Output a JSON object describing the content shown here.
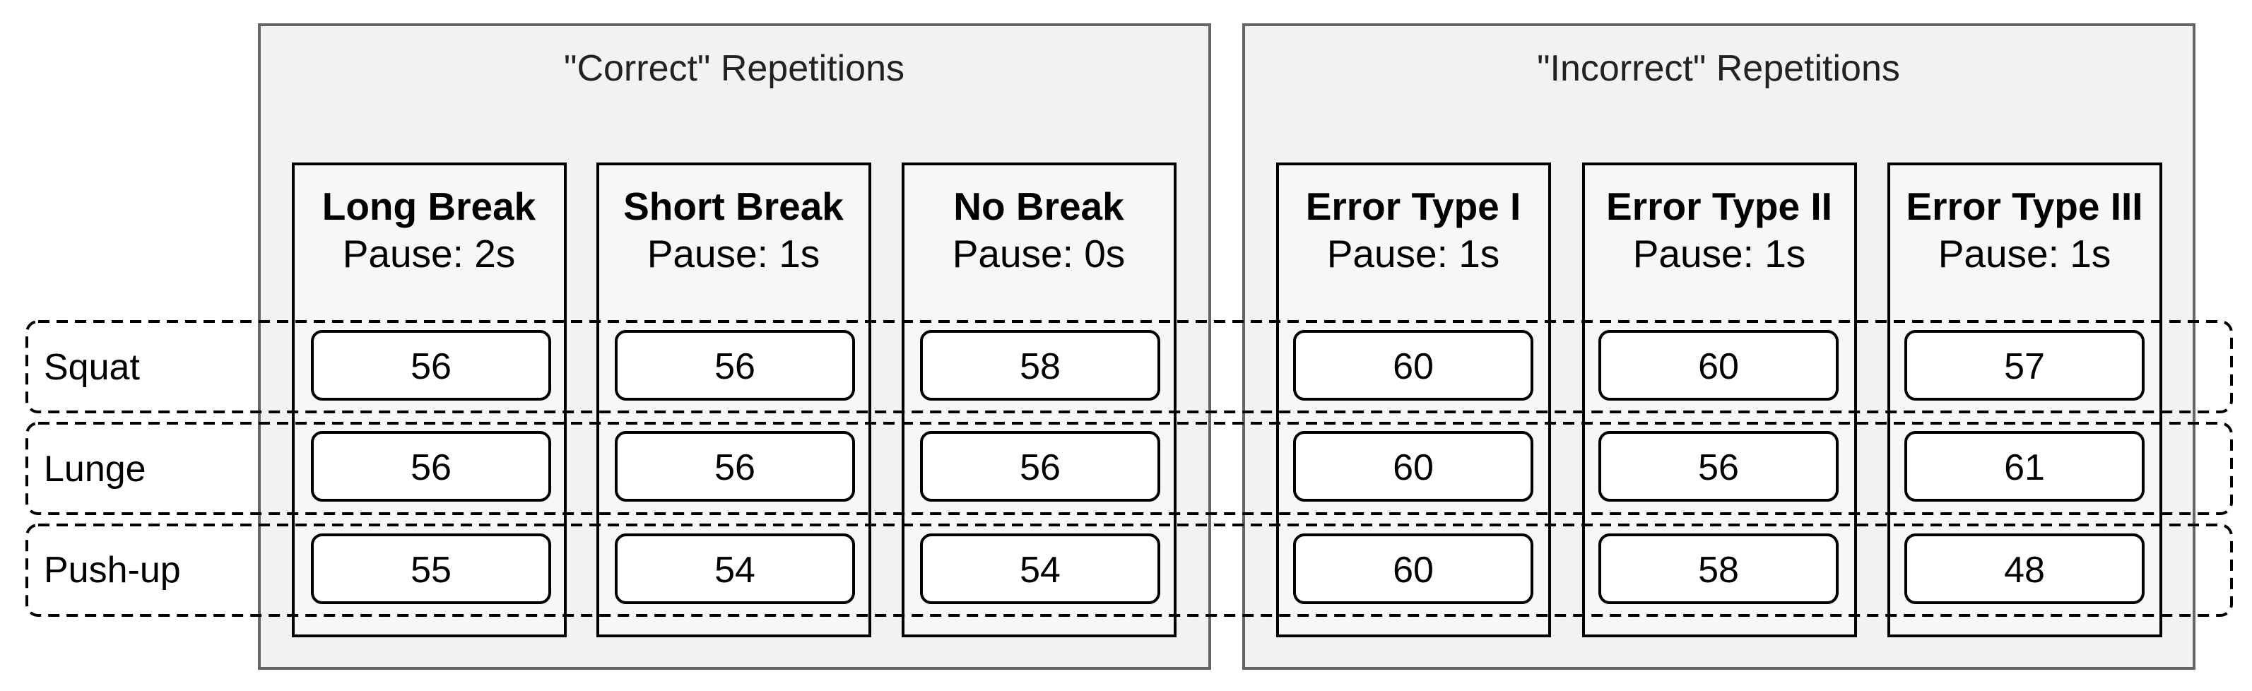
{
  "groups": [
    {
      "title": "\"Correct\" Repetitions",
      "columns": [
        {
          "name": "Long Break",
          "pause": "Pause: 2s",
          "values": [
            "56",
            "56",
            "55"
          ]
        },
        {
          "name": "Short Break",
          "pause": "Pause: 1s",
          "values": [
            "56",
            "56",
            "54"
          ]
        },
        {
          "name": "No Break",
          "pause": "Pause: 0s",
          "values": [
            "58",
            "56",
            "54"
          ]
        }
      ]
    },
    {
      "title": "\"Incorrect\" Repetitions",
      "columns": [
        {
          "name": "Error Type I",
          "pause": "Pause: 1s",
          "values": [
            "60",
            "60",
            "60"
          ]
        },
        {
          "name": "Error Type II",
          "pause": "Pause: 1s",
          "values": [
            "60",
            "56",
            "58"
          ]
        },
        {
          "name": "Error Type III",
          "pause": "Pause: 1s",
          "values": [
            "57",
            "61",
            "48"
          ]
        }
      ]
    }
  ],
  "rows": [
    "Squat",
    "Lunge",
    "Push-up"
  ],
  "colors": {
    "panel_fill": "#f2f2f2",
    "panel_border": "#666666",
    "column_fill": "#f7f7f7",
    "stroke": "#000000",
    "cell_fill": "#ffffff"
  }
}
